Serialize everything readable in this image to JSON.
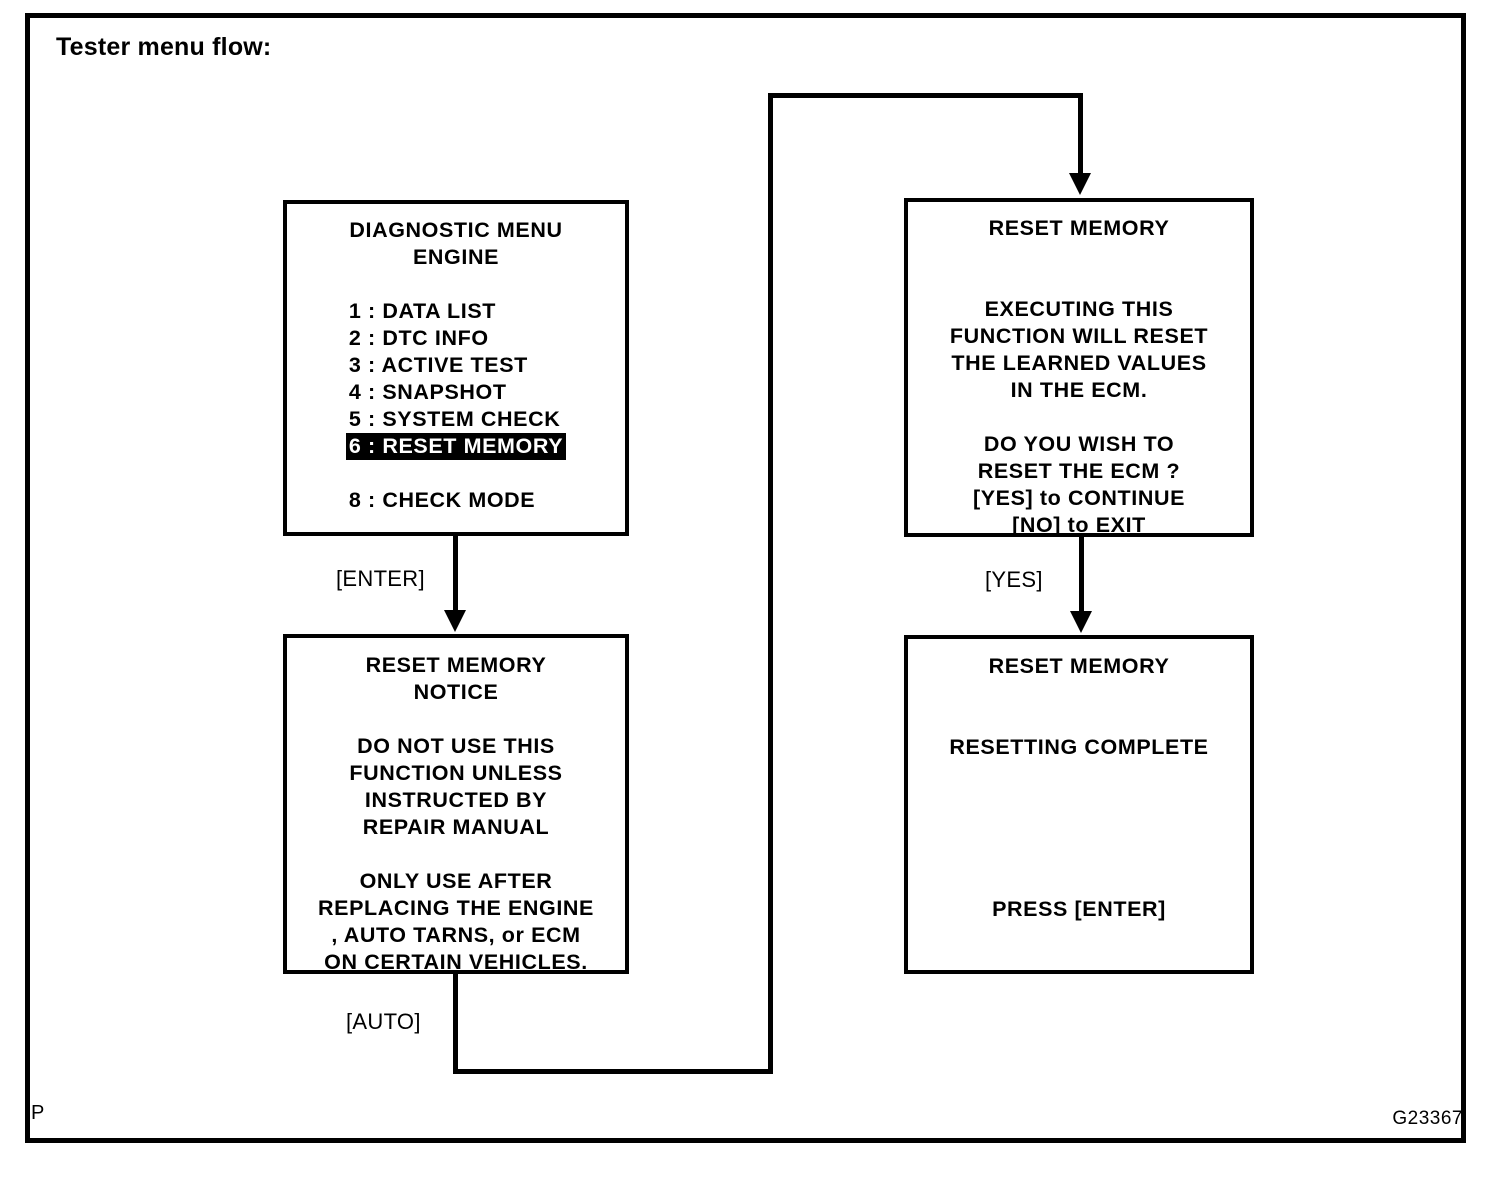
{
  "document": {
    "heading": "Tester menu flow:",
    "corner_mark": "P",
    "figure_code": "G23367"
  },
  "screens": {
    "diagnostic_menu": {
      "title_line1": "DIAGNOSTIC  MENU",
      "title_line2": "ENGINE",
      "items": [
        {
          "label": "1 :  DATA  LIST",
          "selected": false
        },
        {
          "label": "2 :  DTC INFO",
          "selected": false
        },
        {
          "label": "3 :  ACTIVE TEST",
          "selected": false
        },
        {
          "label": "4 :  SNAPSHOT",
          "selected": false
        },
        {
          "label": "5 :  SYSTEM  CHECK",
          "selected": false
        },
        {
          "label": "6 :  RESET  MEMORY",
          "selected": true
        },
        {
          "label": "8 :  CHECK MODE",
          "selected": false
        }
      ]
    },
    "reset_notice": {
      "title_line1": "RESET MEMORY",
      "title_line2": "NOTICE",
      "body1": [
        "DO NOT USE THIS",
        "FUNCTION UNLESS",
        "INSTRUCTED  BY",
        "REPAIR  MANUAL"
      ],
      "body2": [
        "ONLY USE AFTER",
        "REPLACING  THE  ENGINE",
        ", AUTO TARNS, or ECM",
        "ON CERTAIN VEHICLES."
      ]
    },
    "reset_confirm": {
      "title": "RESET MEMORY",
      "body1": [
        "EXECUTING THIS",
        "FUNCTION WILL RESET",
        "THE LEARNED VALUES",
        "IN THE ECM."
      ],
      "body2": [
        "DO YOU  WISH  TO",
        "RESET THE ECM ?",
        "[YES] to CONTINUE",
        "[NO] to EXIT"
      ]
    },
    "reset_complete": {
      "title": "RESET MEMORY",
      "status": "RESETTING COMPLETE",
      "prompt": "PRESS [ENTER]"
    }
  },
  "edges": {
    "enter": "[ENTER]",
    "auto": "[AUTO]",
    "yes": "[YES]"
  },
  "colors": {
    "ink": "#000000",
    "paper": "#ffffff",
    "highlight_bg": "#000000",
    "highlight_fg": "#ffffff"
  }
}
